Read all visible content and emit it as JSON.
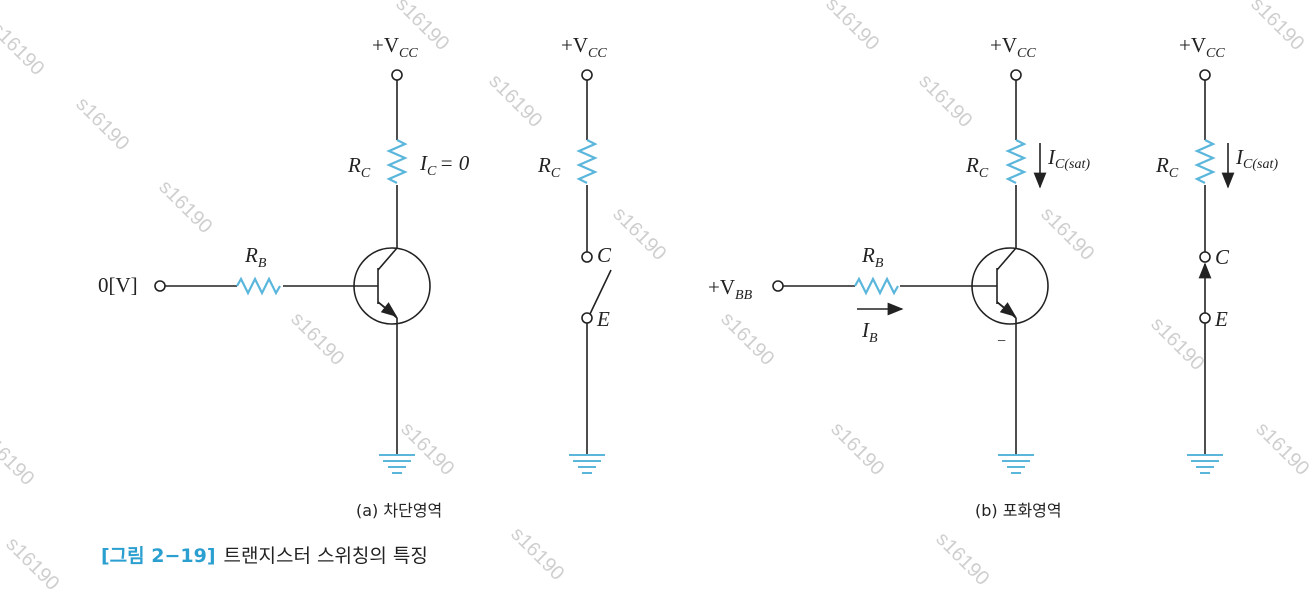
{
  "watermark": "s16190",
  "circuit_a": {
    "vcc": "+V",
    "vcc_sub": "CC",
    "rc": "R",
    "rc_sub": "C",
    "ic": "I",
    "ic_sub": "C",
    "ic_value": "= 0",
    "rb": "R",
    "rb_sub": "B",
    "input": "0[V]",
    "caption": "(a) 차단영역"
  },
  "switch_a": {
    "vcc": "+V",
    "vcc_sub": "CC",
    "rc": "R",
    "rc_sub": "C",
    "c": "C",
    "e": "E"
  },
  "circuit_b": {
    "vcc": "+V",
    "vcc_sub": "CC",
    "rc": "R",
    "rc_sub": "C",
    "ic": "I",
    "ic_sub": "C(sat)",
    "rb": "R",
    "rb_sub": "B",
    "input": "+V",
    "input_sub": "BB",
    "ib": "I",
    "ib_sub": "B",
    "minus": "−",
    "caption": "(b) 포화영역"
  },
  "switch_b": {
    "vcc": "+V",
    "vcc_sub": "CC",
    "rc": "R",
    "rc_sub": "C",
    "ic": "I",
    "ic_sub": "C(sat)",
    "c": "C",
    "e": "E"
  },
  "figure": {
    "number": "[그림 2−19]",
    "title": "트랜지스터 스위칭의 특징"
  },
  "colors": {
    "resistor": "#5bb6dc",
    "caption_number": "#2a9fd0"
  }
}
